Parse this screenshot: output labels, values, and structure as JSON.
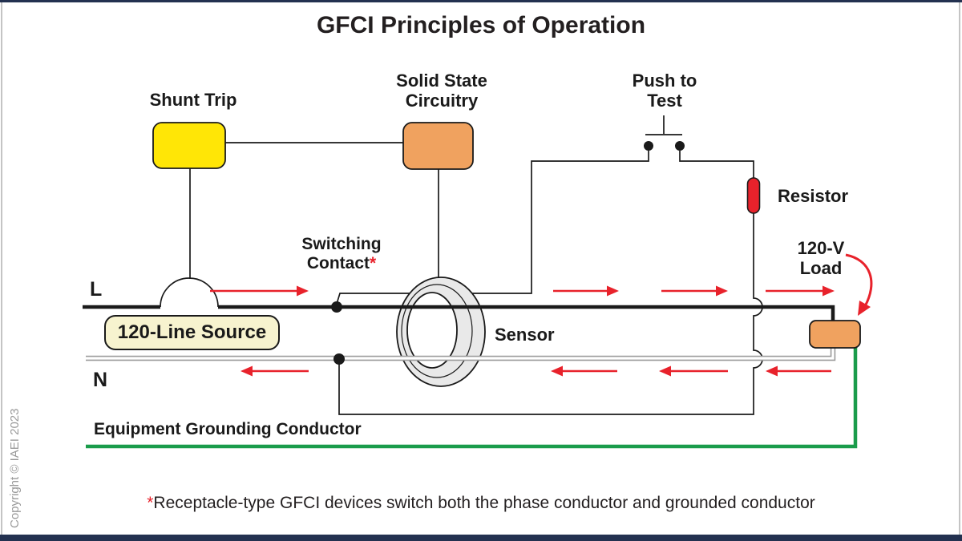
{
  "title": "GFCI Principles of Operation",
  "colors": {
    "yellow": "#FFE606",
    "orange": "#F0A25F",
    "red": "#E8222B",
    "cream": "#F7F3CF",
    "green": "#1A9C4B",
    "ring": "#E9E9E9",
    "wire": "#1A1A1A",
    "ngray": "#9C9C9C",
    "navy": "#233150",
    "copyright": "#9A9A9A"
  },
  "labels": {
    "shunt_trip": "Shunt Trip",
    "solid_state_line1": "Solid State",
    "solid_state_line2": "Circuitry",
    "push_to_test_line1": "Push to",
    "push_to_test_line2": "Test",
    "resistor": "Resistor",
    "load_line1": "120-V",
    "load_line2": "Load",
    "switching_line1": "Switching",
    "switching_line2": "Contact",
    "switching_asterisk": "*",
    "sensor": "Sensor",
    "line_source": "120-Line Source",
    "line_l": "L",
    "line_n": "N",
    "egc": "Equipment Grounding Conductor"
  },
  "footnote": {
    "asterisk": "*",
    "text": "Receptacle-type GFCI devices switch both the phase conductor and grounded conductor"
  },
  "copyright": "Copyright © IAEI 2023"
}
